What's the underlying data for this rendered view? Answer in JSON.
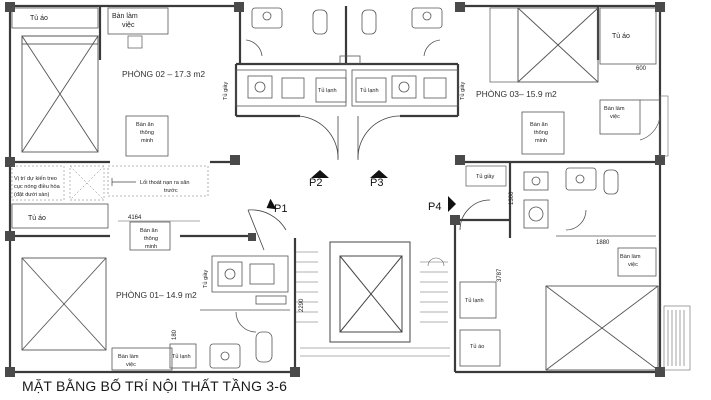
{
  "title": "MẶT BẰNG BỐ TRÍ NỘI THẤT TẦNG 3-6",
  "rooms": {
    "p02": "PHÒNG 02 – 17.3 m2",
    "p03": "PHÒNG 03– 15.9 m2",
    "p01": "PHÒNG 01– 14.9 m2"
  },
  "doors": {
    "p1": "P1",
    "p2": "P2",
    "p3": "P3",
    "p4": "P4"
  },
  "furniture": {
    "tu_ao": "Tủ áo",
    "ban_lam_viec": [
      "Bàn làm",
      "việc"
    ],
    "ban_an": [
      "Bàn ăn",
      "thông",
      "minh"
    ],
    "tu_lanh": "Tủ lạnh",
    "tu_giay": "Tủ giầy"
  },
  "notes": {
    "emergency": [
      "Lối thoát nạn ra sân",
      "trước"
    ],
    "ac": [
      "Vị trí dự kiến treo",
      "cục nóng điều hòa",
      "(đặt dưới sàn)"
    ]
  },
  "dims": {
    "d600": "600",
    "d4164": "4164",
    "d1300": "1300",
    "d1880": "1880",
    "d3787": "3787",
    "d2290": "2290",
    "d180": "180"
  },
  "colors": {
    "wall": "#3a3a3a",
    "line": "#555555",
    "door": "#111111"
  }
}
